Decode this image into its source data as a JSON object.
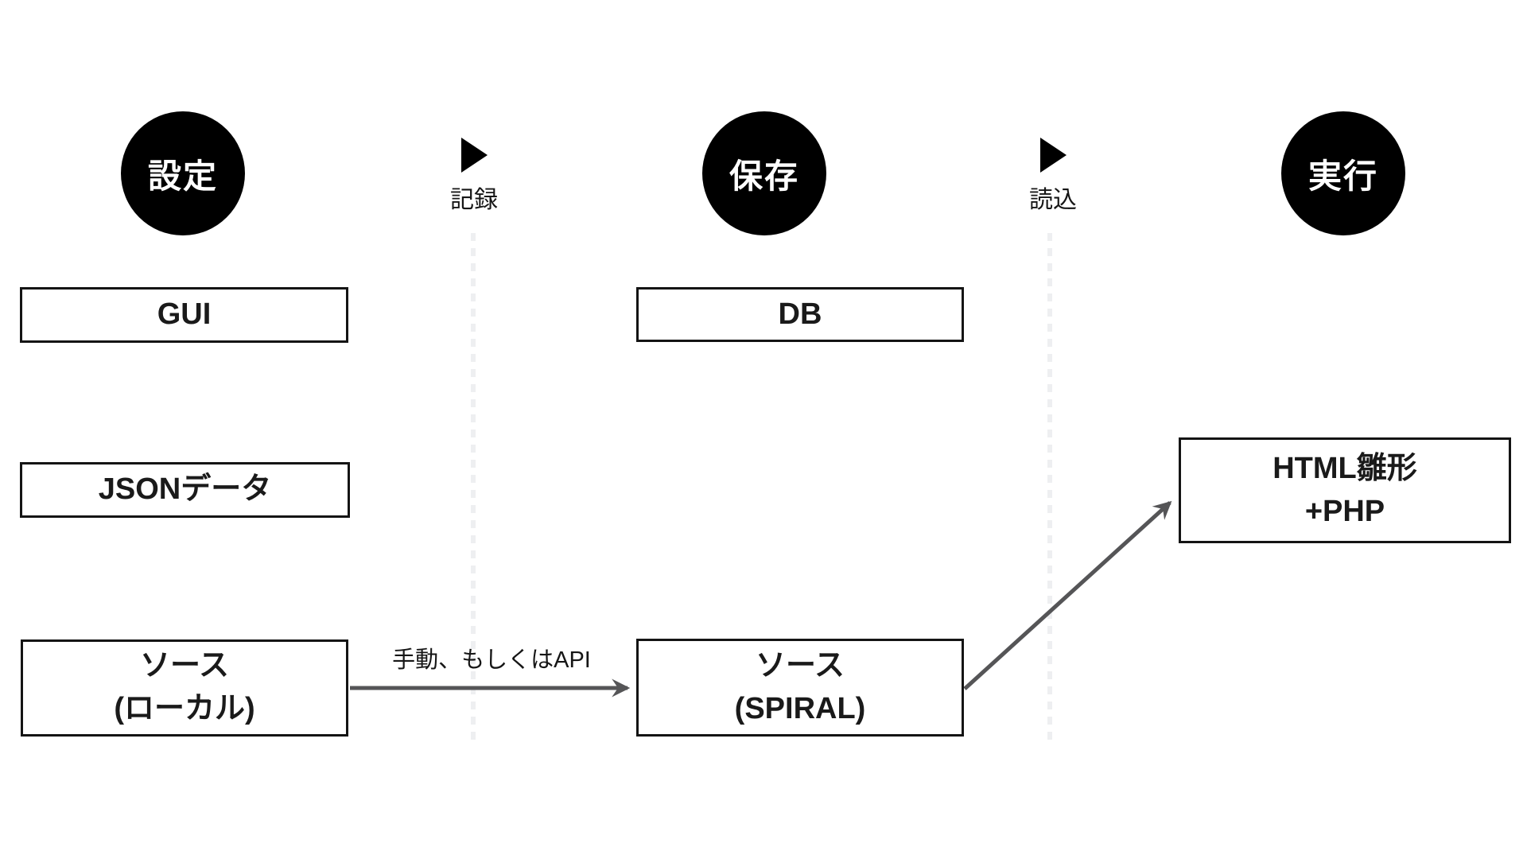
{
  "stages": [
    {
      "id": "settei",
      "label": "設定"
    },
    {
      "id": "hozon",
      "label": "保存"
    },
    {
      "id": "jikkou",
      "label": "実行"
    }
  ],
  "transitions": [
    {
      "id": "kiroku",
      "label": "記録"
    },
    {
      "id": "yomikomi",
      "label": "読込"
    }
  ],
  "boxes": [
    {
      "id": "gui",
      "lines": [
        "GUI"
      ]
    },
    {
      "id": "db",
      "lines": [
        "DB"
      ]
    },
    {
      "id": "json-data",
      "lines": [
        "JSONデータ"
      ]
    },
    {
      "id": "source-local",
      "lines": [
        "ソース",
        "(ローカル)"
      ]
    },
    {
      "id": "source-spiral",
      "lines": [
        "ソース",
        "(SPIRAL)"
      ]
    },
    {
      "id": "html-php",
      "lines": [
        "HTML雛形",
        "+PHP"
      ]
    }
  ],
  "arrows": {
    "manual_api_label": "手動、もしくはAPI"
  },
  "colors": {
    "stage_circle": "#000000",
    "stage_text": "#ffffff",
    "box_border": "#141414",
    "box_text": "#1a1a1a",
    "arrow": "#555557",
    "dashed": "#eeeff1",
    "label_text": "#161616",
    "bg": "#ffffff"
  }
}
